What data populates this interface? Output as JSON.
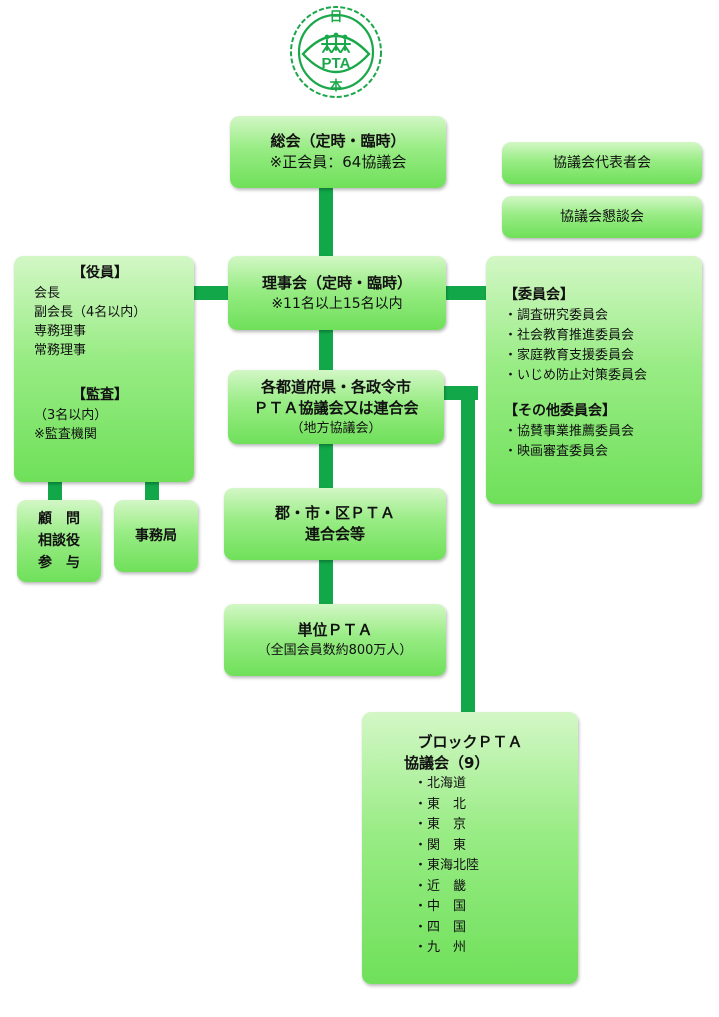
{
  "logo": {
    "top_char": "日",
    "center_text": "PTA",
    "bottom_char": "本",
    "ring_color": "#1aa84a"
  },
  "colors": {
    "connector": "#12a84a",
    "box_light": "#d3f7c6",
    "box_mid": "#98ec84",
    "box_dark": "#6fe05a"
  },
  "general_assembly": {
    "title": "総会（定時・臨時）",
    "note": "※正会員：64協議会"
  },
  "council_rep_meeting": {
    "label": "協議会代表者会"
  },
  "council_social_meeting": {
    "label": "協議会懇談会"
  },
  "board": {
    "title": "理事会（定時・臨時）",
    "note": "※11名以上15名以内"
  },
  "officers": {
    "heading": "【役員】",
    "items": [
      "会長",
      "副会長（4名以内）",
      "専務理事",
      "常務理事"
    ],
    "audit_heading": "【監査】",
    "audit_items": [
      "（3名以内）",
      "※監査機関"
    ]
  },
  "committees": {
    "heading": "【委員会】",
    "items": [
      "・調査研究委員会",
      "・社会教育推進委員会",
      "・家庭教育支援委員会",
      "・いじめ防止対策委員会"
    ],
    "other_heading": "【その他委員会】",
    "other_items": [
      "・協賛事業推薦委員会",
      "・映画審査委員会"
    ]
  },
  "prefectural": {
    "line1": "各都道府県・各政令市",
    "line2": "ＰＴＡ協議会又は連合会",
    "line3": "（地方協議会）"
  },
  "district": {
    "line1": "郡・市・区ＰＴＡ",
    "line2": "連合会等"
  },
  "unit": {
    "line1": "単位ＰＴＡ",
    "line2": "（全国会員数約800万人）"
  },
  "advisors": {
    "line1": "顧　問",
    "line2": "相談役",
    "line3": "参　与"
  },
  "secretariat": {
    "label": "事務局"
  },
  "block": {
    "line1": "ブロックＰＴＡ",
    "line2": "協議会（9）",
    "items": [
      "・北海道",
      "・東　北",
      "・東　京",
      "・関　東",
      "・東海北陸",
      "・近　畿",
      "・中　国",
      "・四　国",
      "・九　州"
    ]
  }
}
